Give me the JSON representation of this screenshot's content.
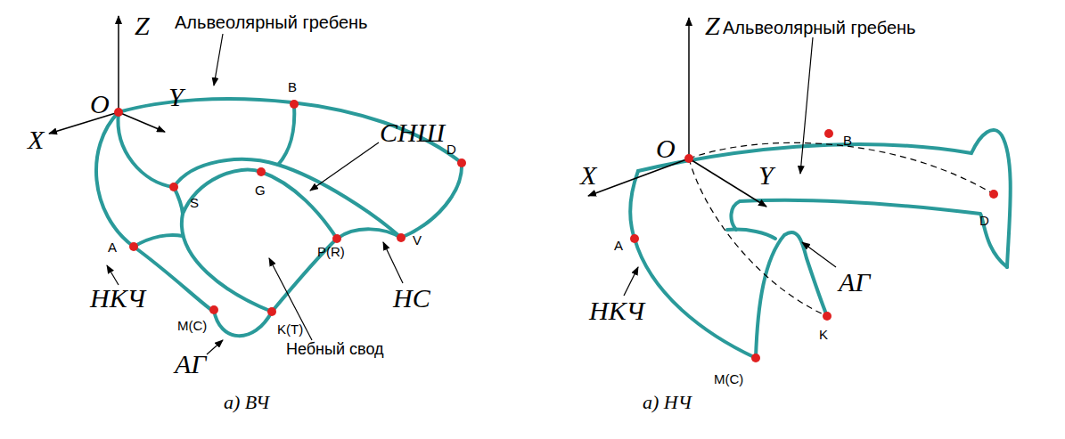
{
  "diagram": {
    "labels": [
      "Z",
      "Альвеолярный гребень",
      "O",
      "X",
      "Y",
      "B",
      "СНШ",
      "D",
      "S",
      "G",
      "P(R)",
      "V",
      "A",
      "НКЧ",
      "НС",
      "M(C)",
      "K(T)",
      "АГ",
      "Небный свод",
      "а) ВЧ",
      "Z",
      "Альвеолярный гребень",
      "O",
      "X",
      "Y",
      "B",
      "D",
      "A",
      "АГ",
      "K",
      "НКЧ",
      "M(C)",
      "а) НЧ"
    ]
  }
}
